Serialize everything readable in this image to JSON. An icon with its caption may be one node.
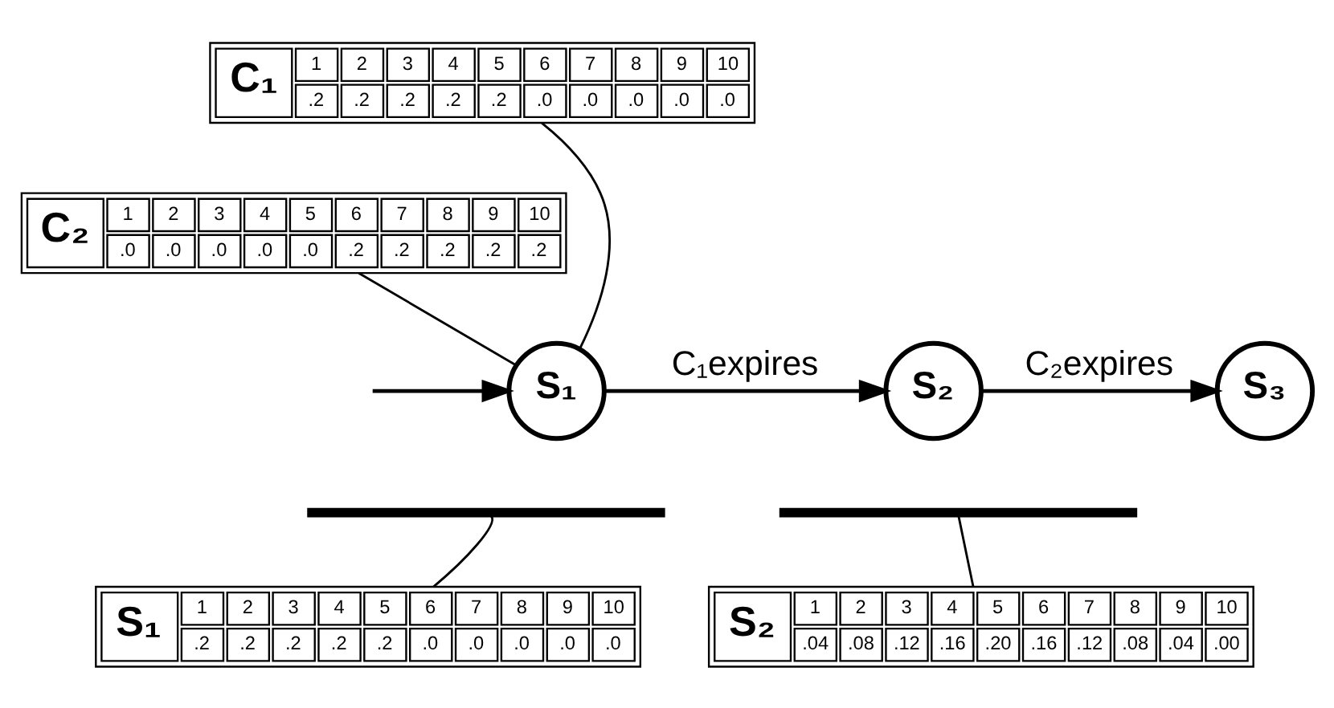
{
  "diagram": {
    "nodes": [
      {
        "text": [
          "C₁",
          "1",
          "2",
          "3",
          "4",
          "5",
          "6",
          "7",
          "8",
          "9",
          "10",
          ".2",
          ".2",
          ".2",
          ".2",
          ".2",
          ".0",
          ".0",
          ".0",
          ".0",
          ".0"
        ]
      },
      {
        "text": [
          "C₂",
          "1",
          "2",
          "3",
          "4",
          "5",
          "6",
          "7",
          "8",
          "9",
          "10",
          ".0",
          ".0",
          ".0",
          ".0",
          ".0",
          ".2",
          ".2",
          ".2",
          ".2",
          ".2"
        ]
      },
      {
        "text": [
          "S₁"
        ]
      },
      {
        "text": [
          "S₂"
        ]
      },
      {
        "text": [
          "S₃"
        ]
      },
      {
        "text": [],
        "shape": "bar"
      },
      {
        "text": [
          "S₁",
          "1",
          "2",
          "3",
          "4",
          "5",
          "6",
          "7",
          "8",
          "9",
          "10",
          ".2",
          ".2",
          ".2",
          ".2",
          ".2",
          ".0",
          ".0",
          ".0",
          ".0",
          ".0"
        ]
      },
      {
        "text": [],
        "shape": "bar"
      },
      {
        "text": [
          "S₂",
          "1",
          "2",
          "3",
          "4",
          "5",
          "6",
          "7",
          "8",
          "9",
          "10",
          ".04",
          ".08",
          ".12",
          ".16",
          ".20",
          ".16",
          ".12",
          ".08",
          ".04",
          ".00"
        ]
      }
    ],
    "edges": [
      {
        "from": 0,
        "to": 2,
        "arrow": "none"
      },
      {
        "from": 1,
        "to": 2,
        "arrow": "none"
      },
      {
        "from": null,
        "to": 2,
        "arrow": "to"
      },
      {
        "from": 2,
        "to": 3,
        "arrow": "to",
        "label": "C₁expires"
      },
      {
        "from": 3,
        "to": 4,
        "arrow": "to",
        "label": "C₂expires"
      },
      {
        "from": 6,
        "to": 5,
        "arrow": "none"
      },
      {
        "from": 8,
        "to": 7,
        "arrow": "none"
      }
    ]
  }
}
